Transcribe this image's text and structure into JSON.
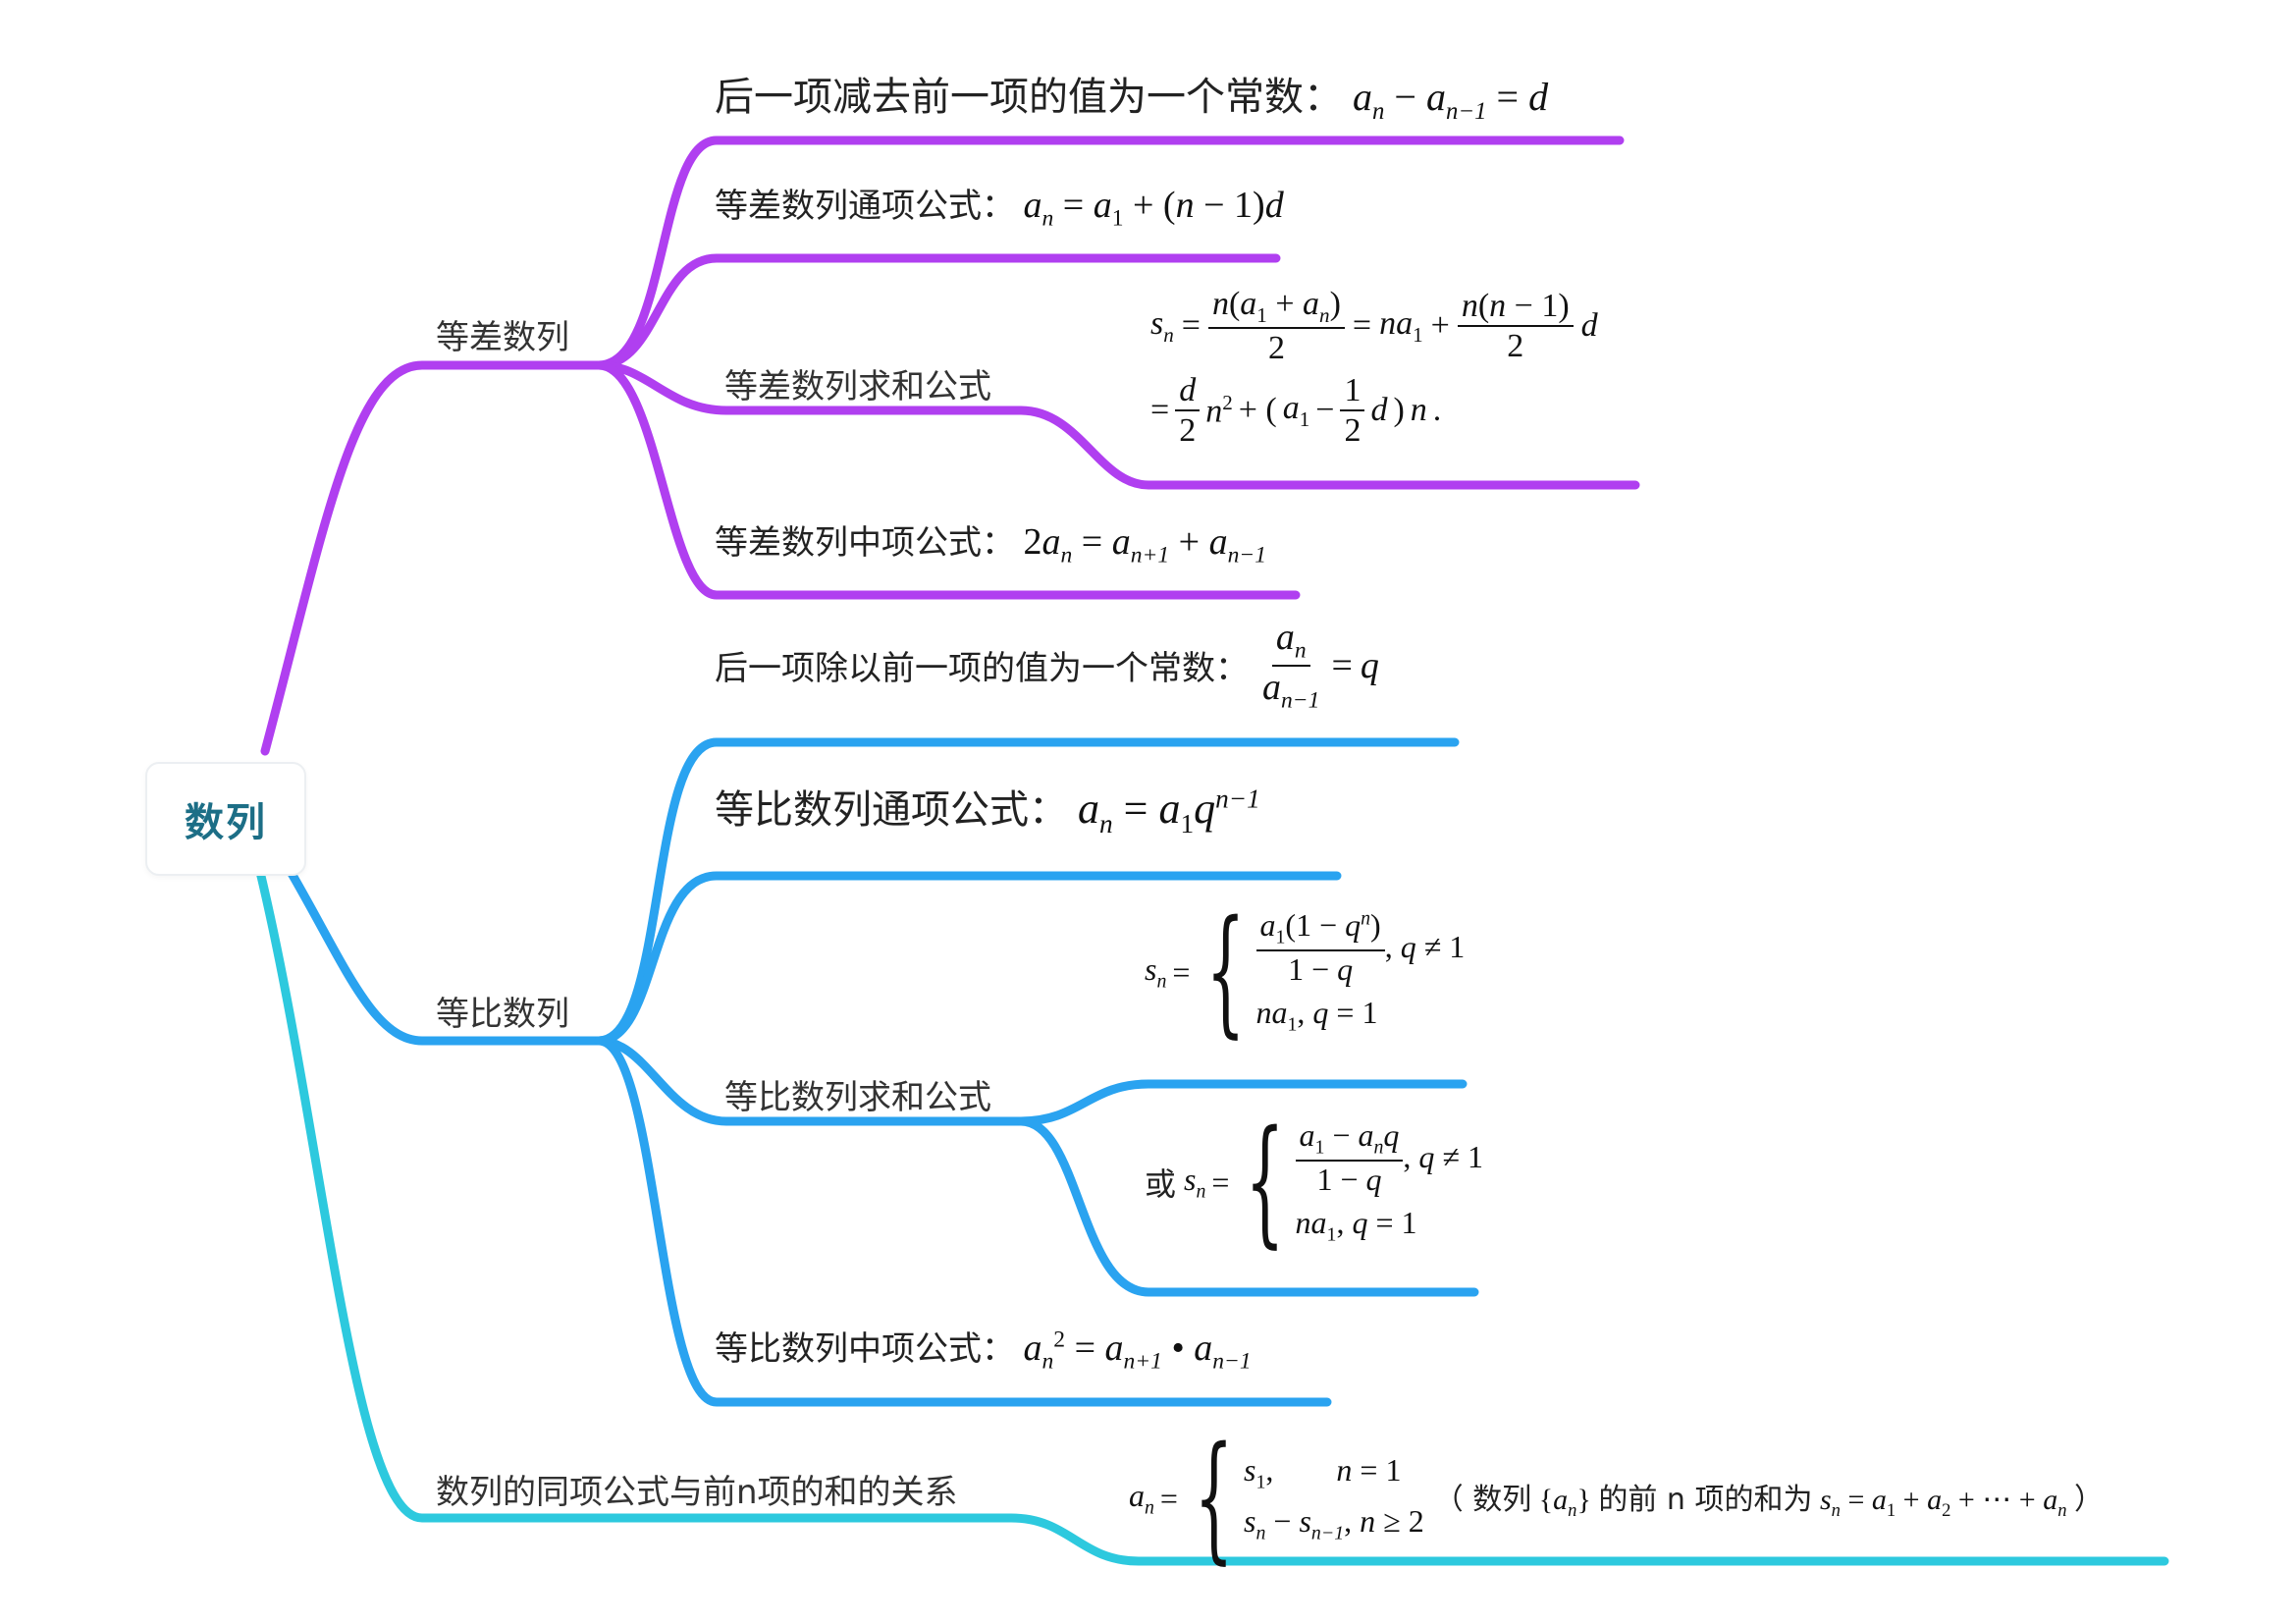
{
  "root": {
    "label": "数列"
  },
  "colors": {
    "arith": "#b03ff0",
    "geo": "#2aa3f0",
    "relation": "#2dc9de",
    "root_text": "#1c6e86"
  },
  "branches": {
    "arith": {
      "label": "等差数列",
      "items": {
        "def_text": "后一项减去前一项的值为一个常数：",
        "general_text": "等差数列通项公式：",
        "sum_text": "等差数列求和公式",
        "mid_text": "等差数列中项公式："
      }
    },
    "geo": {
      "label": "等比数列",
      "items": {
        "def_text": "后一项除以前一项的值为一个常数：",
        "general_text": "等比数列通项公式：",
        "sum_text": "等比数列求和公式",
        "or_text": "或",
        "mid_text": "等比数列中项公式："
      }
    },
    "relation": {
      "label": "数列的同项公式与前n项的和的关系",
      "note_prefix": "（ 数列",
      "note_mid": "的前 n 项的和为",
      "note_end": "）"
    }
  }
}
